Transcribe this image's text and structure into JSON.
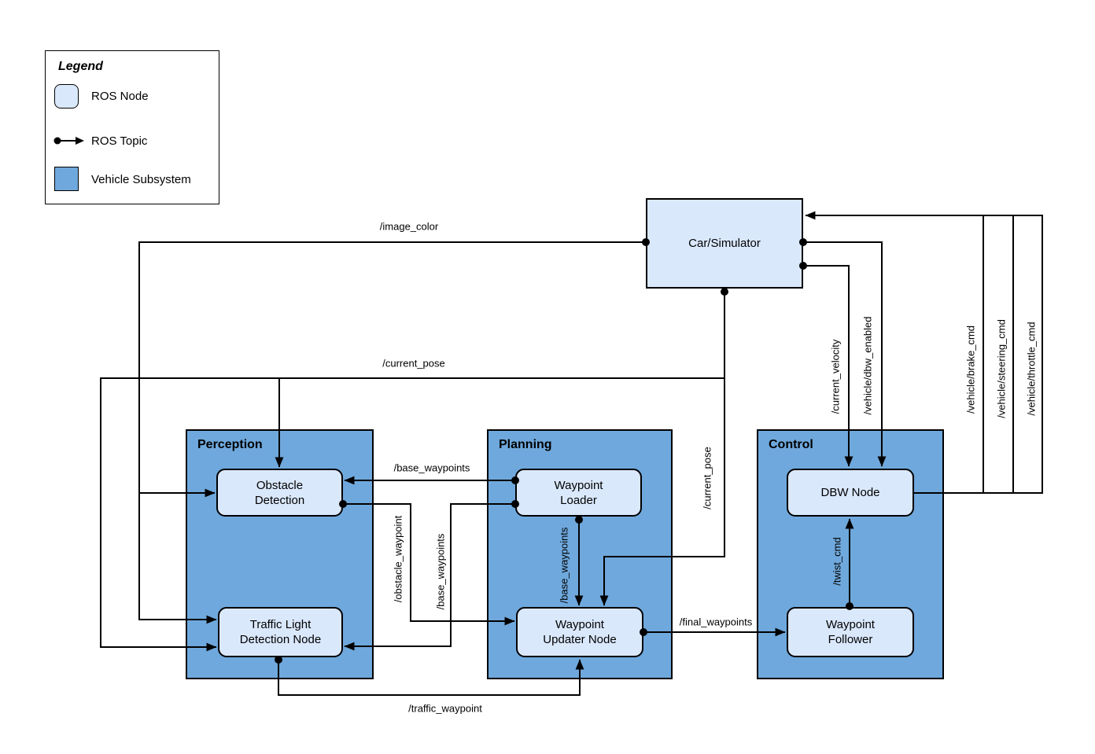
{
  "legend": {
    "title": "Legend",
    "items": [
      {
        "swatch": "ros-node-swatch",
        "label": "ROS Node"
      },
      {
        "swatch": "ros-topic-arrow",
        "label": "ROS Topic"
      },
      {
        "swatch": "vehicle-subsystem-swatch",
        "label": "Vehicle Subsystem"
      }
    ]
  },
  "subsystems": {
    "perception": "Perception",
    "planning": "Planning",
    "control": "Control"
  },
  "nodes": {
    "car_simulator": "Car/Simulator",
    "obstacle_detection": "Obstacle Detection",
    "traffic_light_detection": "Traffic Light Detection Node",
    "waypoint_loader": "Waypoint Loader",
    "waypoint_updater": "Waypoint Updater Node",
    "dbw_node": "DBW Node",
    "waypoint_follower": "Waypoint Follower"
  },
  "topics": {
    "image_color": "/image_color",
    "current_pose": "/current_pose",
    "base_waypoints": "/base_waypoints",
    "obstacle_waypoint": "/obstacle_waypoint",
    "traffic_waypoint": "/traffic_waypoint",
    "final_waypoints": "/final_waypoints",
    "twist_cmd": "/twist_cmd",
    "current_velocity": "/current_velocity",
    "dbw_enabled": "/vehicle/dbw_enabled",
    "brake_cmd": "/vehicle/brake_cmd",
    "steering_cmd": "/vehicle/steering_cmd",
    "throttle_cmd": "/vehicle/throttle_cmd"
  },
  "edges": [
    {
      "topic": "/image_color",
      "from": "Car/Simulator",
      "to": [
        "Obstacle Detection",
        "Traffic Light Detection Node"
      ]
    },
    {
      "topic": "/current_pose",
      "from": "Car/Simulator",
      "to": [
        "Obstacle Detection",
        "Traffic Light Detection Node",
        "Waypoint Updater Node"
      ]
    },
    {
      "topic": "/base_waypoints",
      "from": "Waypoint Loader",
      "to": [
        "Obstacle Detection",
        "Traffic Light Detection Node",
        "Waypoint Updater Node"
      ]
    },
    {
      "topic": "/obstacle_waypoint",
      "from": "Obstacle Detection",
      "to": [
        "Waypoint Updater Node"
      ]
    },
    {
      "topic": "/traffic_waypoint",
      "from": "Traffic Light Detection Node",
      "to": [
        "Waypoint Updater Node"
      ]
    },
    {
      "topic": "/final_waypoints",
      "from": "Waypoint Updater Node",
      "to": [
        "Waypoint Follower"
      ]
    },
    {
      "topic": "/twist_cmd",
      "from": "Waypoint Follower",
      "to": [
        "DBW Node"
      ]
    },
    {
      "topic": "/current_velocity",
      "from": "Car/Simulator",
      "to": [
        "DBW Node"
      ]
    },
    {
      "topic": "/vehicle/dbw_enabled",
      "from": "Car/Simulator",
      "to": [
        "DBW Node"
      ]
    },
    {
      "topic": "/vehicle/brake_cmd",
      "from": "DBW Node",
      "to": [
        "Car/Simulator"
      ]
    },
    {
      "topic": "/vehicle/steering_cmd",
      "from": "DBW Node",
      "to": [
        "Car/Simulator"
      ]
    },
    {
      "topic": "/vehicle/throttle_cmd",
      "from": "DBW Node",
      "to": [
        "Car/Simulator"
      ]
    }
  ],
  "colors": {
    "node_fill": "#dae8fc",
    "subsystem_fill": "#6fa8dc",
    "line": "#000000",
    "background": "#ffffff"
  }
}
